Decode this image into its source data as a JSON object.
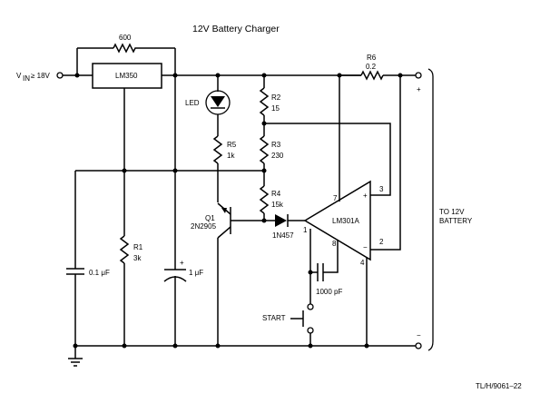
{
  "title": "12V Battery Charger",
  "figure_id": "TL/H/9061–22",
  "input_label": {
    "v": "V",
    "sub": "IN",
    "rest": " ≥ 18V"
  },
  "resistor_600": "600",
  "regulator": "LM350",
  "led": "LED",
  "r2": {
    "name": "R2",
    "value": "15"
  },
  "r3": {
    "name": "R3",
    "value": "230"
  },
  "r4": {
    "name": "R4",
    "value": "15k"
  },
  "r5": {
    "name": "R5",
    "value": "1k"
  },
  "r6": {
    "name": "R6",
    "value": "0.2"
  },
  "r1": {
    "name": "R1",
    "value": "3k"
  },
  "cap1": "0.1 μF",
  "cap2": "1 μF",
  "cap3": "1000 pF",
  "q1": {
    "name": "Q1",
    "part": "2N2905"
  },
  "diode": "1N457",
  "opamp": "LM301A",
  "pins": {
    "p1": "1",
    "p2": "2",
    "p3": "3",
    "p4": "4",
    "p7": "7",
    "p8": "8"
  },
  "start": "START",
  "output": {
    "line1": "TO 12V",
    "line2": "BATTERY",
    "plus": "+",
    "minus": "−"
  }
}
